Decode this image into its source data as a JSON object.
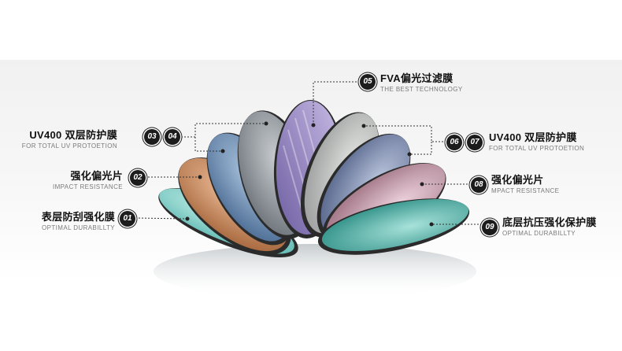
{
  "callouts": [
    {
      "num": "01",
      "title": "表层防刮强化膜",
      "sub": "OPTIMAL DURABILLTY"
    },
    {
      "num": "02",
      "title": "强化偏光片",
      "sub": "IMPACT RESISTANCE"
    },
    {
      "num_a": "03",
      "num_b": "04",
      "title": "UV400 双层防护膜",
      "sub": "FOR TOTAL UV PROTOETION"
    },
    {
      "num": "05",
      "title": "FVA偏光过滤膜",
      "sub": "THE BEST TECHNOLOGY"
    },
    {
      "num_a": "06",
      "num_b": "07",
      "title": "UV400 双层防护膜",
      "sub": "FOR TOTAL UV PROTOETION"
    },
    {
      "num": "08",
      "title": "强化偏光片",
      "sub": "MPACT RESISTANCE"
    },
    {
      "num": "09",
      "title": "底层抗压强化保护膜",
      "sub": "OPTIMAL DURABILLTY"
    }
  ],
  "colors": {
    "background": "#ffffff",
    "band": "#f2f2f2",
    "lens_1": "#8fd3cf",
    "lens_2": "#c88a5a",
    "lens_3": "#6f8fb5",
    "lens_4": "#8e959b",
    "lens_5": "#9a8bc0",
    "lens_6": "#b9bcbc",
    "lens_7": "#7a88a8",
    "lens_8": "#c9a4b3",
    "lens_9": "#4fb0a6"
  }
}
